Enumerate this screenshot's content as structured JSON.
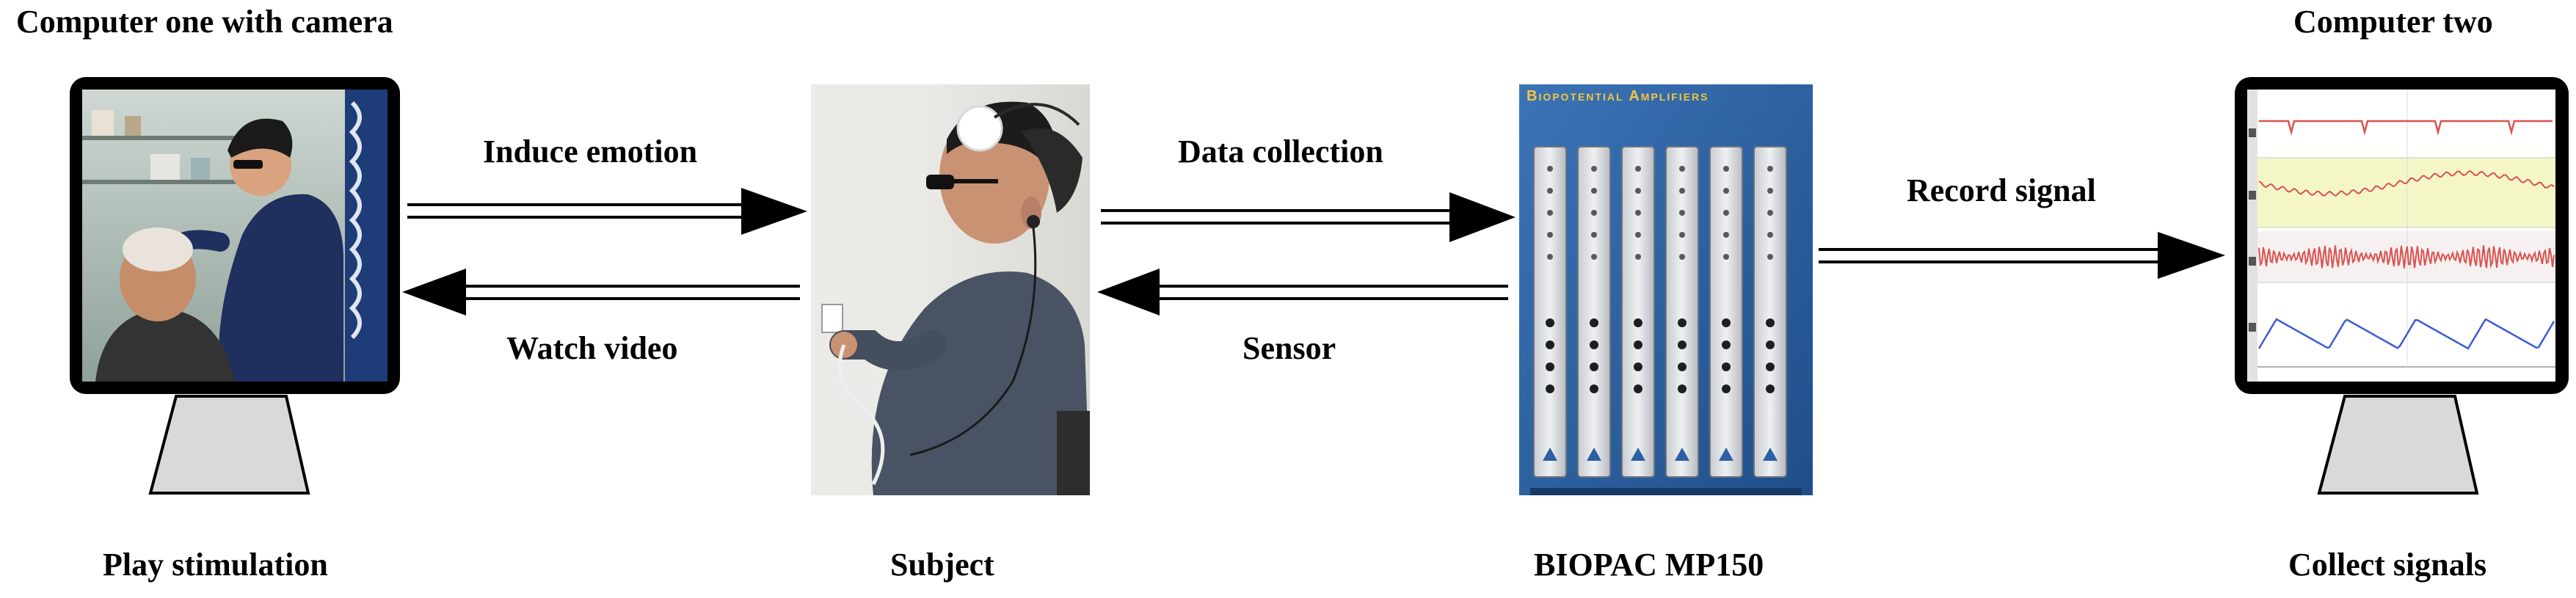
{
  "labels": {
    "computer_one": "Computer one with camera",
    "computer_two": "Computer two",
    "induce_emotion": "Induce emotion",
    "watch_video": "Watch video",
    "data_collection": "Data collection",
    "sensor": "Sensor",
    "record_signal": "Record signal",
    "play_stimulation": "Play stimulation",
    "subject": "Subject",
    "device": "BIOPAC MP150",
    "collect_signals": "Collect signals",
    "device_panel_title": "Biopotential Amplifiers"
  },
  "colors": {
    "monitor_frame": "#000000",
    "monitor_stand": "#d9d9d9",
    "ecg_trace": "#d9534f",
    "resp_trace": "#3f5bd6",
    "band_highlight": "#f4f6c8",
    "device_background": "#2f66a8",
    "device_title": "#f3c640"
  },
  "icons": [
    "desktop-monitor-icon",
    "arrow-right-icon",
    "arrow-left-icon"
  ]
}
